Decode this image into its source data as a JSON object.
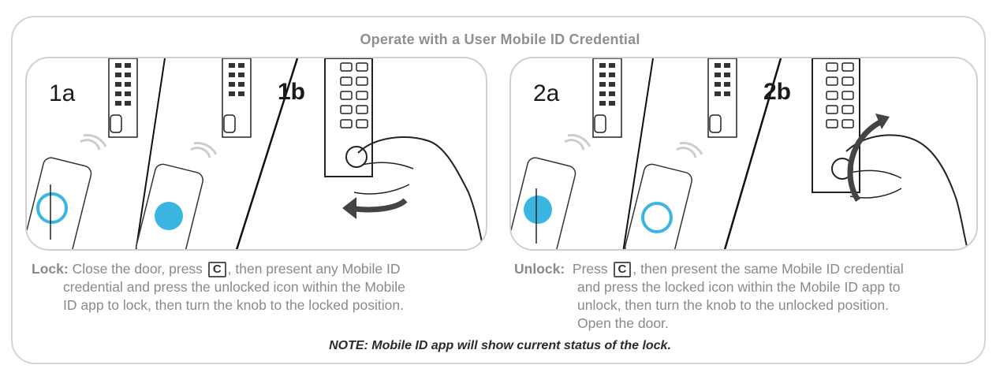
{
  "title": "Operate with a User Mobile ID Credential",
  "steps": {
    "s1a": "1a",
    "s1b": "1b",
    "s2a": "2a",
    "s2b": "2b"
  },
  "lock": {
    "label": "Lock:",
    "line1_pre": "Close the door, press",
    "key": "C",
    "line1_post": ", then present any Mobile ID",
    "line2": "credential and press the unlocked icon within the Mobile",
    "line3": "ID app to lock, then turn the knob to the locked position."
  },
  "unlock": {
    "label": "Unlock:",
    "line1_pre": "Press",
    "key": "C",
    "line1_post": ", then present the same Mobile ID credential",
    "line2": "and press the locked icon within the Mobile ID app to",
    "line3": "unlock, then turn the knob to the unlocked position.",
    "line4": "Open the door."
  },
  "note": "NOTE: Mobile ID app will show current status of the lock.",
  "icons": [
    "wifi-icon",
    "smartphone-icon",
    "hand-icon",
    "keypad-lock-icon",
    "rotate-arrow-icon"
  ],
  "colors": {
    "accent": "#3bb6e0",
    "frame": "#d4d4d4",
    "text": "#8a8a8a"
  }
}
